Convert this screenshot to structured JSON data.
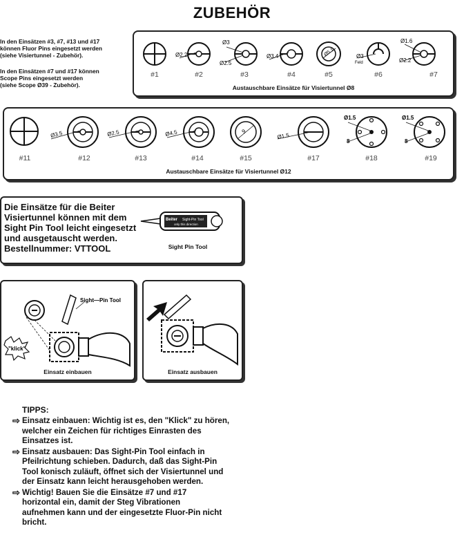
{
  "page_title": "ZUBEHÖR",
  "intro_notes": [
    [
      "In den Einsätzen #3, #7, #13 und #17",
      "können Fluor Pins eingesetzt werden",
      "(siehe Visiertunnel - Zubehör)."
    ],
    [
      "In den Einsätzen #7 und #17 können",
      "Scope Pins eingesetzt werden",
      "(siehe Scope Ø39 - Zubehör)."
    ]
  ],
  "panel_8": {
    "caption": "Austauschbare Einsätze für Visiertunnel Ø8",
    "inserts": [
      {
        "label": "#1",
        "dims": []
      },
      {
        "label": "#2",
        "dims": [
          "Ø2.2"
        ]
      },
      {
        "label": "#3",
        "dims": [
          "Ø3",
          "Ø2.5"
        ]
      },
      {
        "label": "#4",
        "dims": [
          "Ø3.4"
        ]
      },
      {
        "label": "#5",
        "dims": [
          "Ø5.1"
        ]
      },
      {
        "label": "#6",
        "dims": [
          "Ø3",
          "Feld"
        ]
      },
      {
        "label": "#7",
        "dims": [
          "Ø1.6",
          "Ø2.2"
        ]
      }
    ]
  },
  "panel_12": {
    "caption": "Austauschbare Einsätze für Visiertunnel Ø12",
    "inserts": [
      {
        "label": "#11",
        "dims": []
      },
      {
        "label": "#12",
        "dims": [
          "Ø3.5"
        ]
      },
      {
        "label": "#13",
        "dims": [
          "Ø2.5"
        ]
      },
      {
        "label": "#14",
        "dims": [
          "Ø4.5"
        ]
      },
      {
        "label": "#15",
        "dims": [
          "9"
        ]
      },
      {
        "label": "#17",
        "dims": [
          "Ø1.5"
        ]
      },
      {
        "label": "#18",
        "dims": [
          "Ø1.5",
          "8"
        ]
      },
      {
        "label": "#19",
        "dims": [
          "Ø1.5",
          "8"
        ]
      }
    ]
  },
  "tool_box": {
    "lines": [
      "Die Einsätze für die Beiter",
      "Visiertunnel können mit dem",
      "Sight Pin Tool leicht eingesetzt",
      "und ausgetauscht werden.",
      "Bestellnummer: VTTOOL"
    ],
    "tool_caption": "Sight Pin Tool",
    "tool_print": [
      "Beiter",
      "Sight-Pin Tool",
      "only this direction"
    ]
  },
  "illustrations": {
    "install_caption": "Einsatz einbauen",
    "install_tool_label": "Sight—Pin Tool",
    "klick": "\"klick\"",
    "remove_caption": "Einsatz ausbauen"
  },
  "tips": {
    "heading": "TIPPS:",
    "items": [
      [
        "Einsatz einbauen: Wichtig ist es, den \"Klick\" zu hören,",
        "welcher ein Zeichen für richtiges Einrasten des",
        "Einsatzes ist."
      ],
      [
        "Einsatz ausbauen: Das Sight-Pin Tool einfach in",
        "Pfeilrichtung schieben. Dadurch, daß das Sight-Pin",
        "Tool konisch zuläuft, öffnet sich der Visiertunnel und",
        "der Einsatz kann leicht herausgehoben werden."
      ],
      [
        "Wichtig! Bauen Sie die Einsätze #7 und #17",
        "horizontal ein, damit der Steg Vibrationen",
        "aufnehmen kann und der eingesetzte Fluor-Pin nicht",
        "bricht."
      ]
    ]
  }
}
